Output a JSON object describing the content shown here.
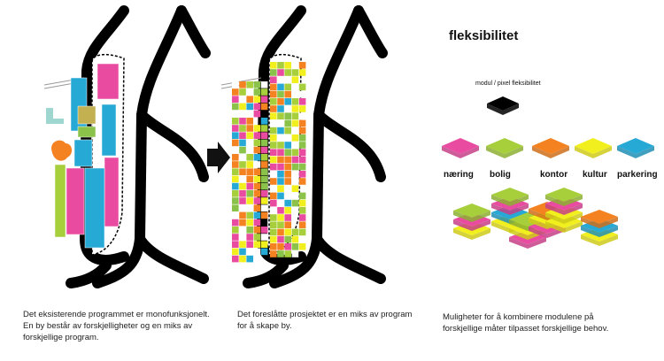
{
  "colors": {
    "naering": "#e94ba0",
    "bolig": "#a6cf3b",
    "kontor": "#f58220",
    "kultur": "#f2ef1e",
    "parkering": "#27a9d6",
    "road": "#000000",
    "teal": "#9fd6d0",
    "olive": "#c3b050",
    "green": "#8bc34a"
  },
  "right": {
    "title": "fleksibilitet",
    "module_label": "modul / pixel fleksibilitet",
    "modules": [
      {
        "label": "næring",
        "color": "#e94ba0"
      },
      {
        "label": "bolig",
        "color": "#a6cf3b"
      },
      {
        "label": "kontor",
        "color": "#f58220"
      },
      {
        "label": "kultur",
        "color": "#f2ef1e"
      },
      {
        "label": "parkering",
        "color": "#27a9d6"
      }
    ]
  },
  "captions": {
    "left": [
      "Det eksisterende programmet er monofunksjonelt.",
      "En by består av forskjelligheter og en miks av",
      "forskjellige program."
    ],
    "middle": [
      "Det foreslåtte prosjektet er en miks av program",
      "for å skape by."
    ],
    "right": [
      "Muligheter for å kombinere modulene på",
      "forskjellige måter tilpasset forskjellige behov."
    ]
  }
}
